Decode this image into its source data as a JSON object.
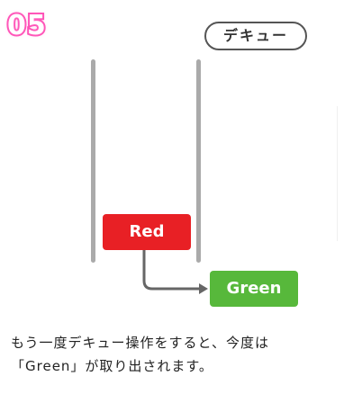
{
  "step": {
    "number": "05"
  },
  "operation": {
    "label": "デキュー"
  },
  "queue": {
    "remaining": [
      {
        "label": "Red",
        "color": "#e82025"
      }
    ],
    "dequeued": {
      "label": "Green",
      "color": "#57b83b"
    }
  },
  "colors": {
    "accent_pink": "#ff4fb6",
    "wall": "#aaaaaa",
    "arrow": "#666666"
  },
  "description": {
    "line1": "もう一度デキュー操作をすると、今度は",
    "line2": "「Green」が取り出されます。"
  }
}
